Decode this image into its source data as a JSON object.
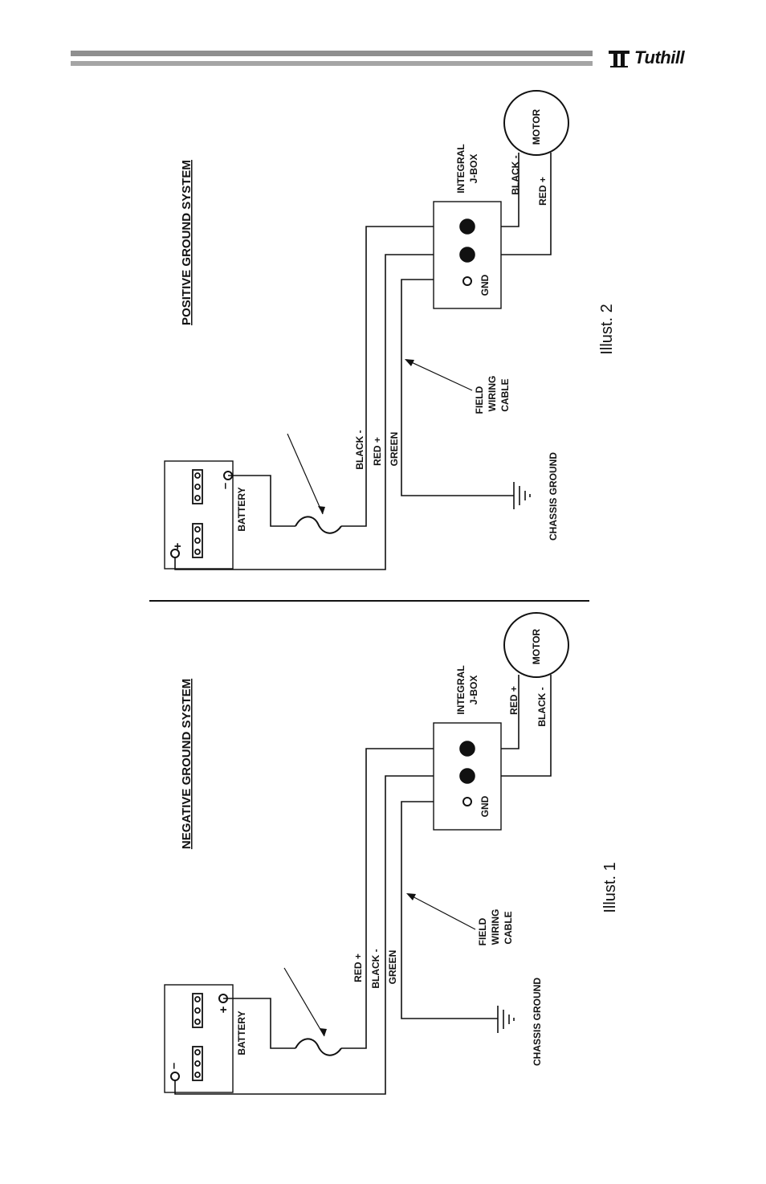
{
  "header": {
    "brand": "Tuthill",
    "accent_color": "#8f8f8f"
  },
  "positive": {
    "title": "POSITIVE GROUND SYSTEM",
    "motor": "MOTOR",
    "jbox_line1": "INTEGRAL",
    "jbox_line2": "J-BOX",
    "gnd": "GND",
    "motor_wire_a": "BLACK -",
    "motor_wire_b": "RED +",
    "cable_wire_a": "BLACK -",
    "cable_wire_b": "RED +",
    "cable_wire_c": "GREEN",
    "cable_line1": "FIELD",
    "cable_line2": "WIRING",
    "cable_line3": "CABLE",
    "battery": "BATTERY",
    "battery_left_sign": "+",
    "battery_right_sign": "–",
    "chassis": "CHASSIS GROUND",
    "illus": "Illust. 2"
  },
  "negative": {
    "title": "NEGATIVE GROUND SYSTEM",
    "motor": "MOTOR",
    "jbox_line1": "INTEGRAL",
    "jbox_line2": "J-BOX",
    "gnd": "GND",
    "motor_wire_a": "RED +",
    "motor_wire_b": "BLACK -",
    "cable_wire_a": "RED +",
    "cable_wire_b": "BLACK -",
    "cable_wire_c": "GREEN",
    "cable_line1": "FIELD",
    "cable_line2": "WIRING",
    "cable_line3": "CABLE",
    "battery": "BATTERY",
    "battery_left_sign": "–",
    "battery_right_sign": "+",
    "chassis": "CHASSIS GROUND",
    "illus": "Illust. 1"
  }
}
